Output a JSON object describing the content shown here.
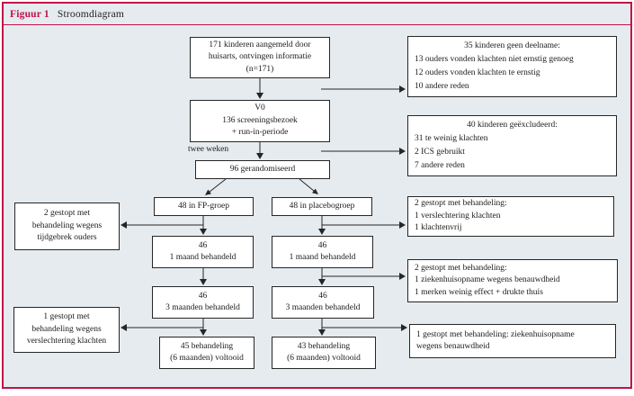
{
  "colors": {
    "accent": "#c11249",
    "bg": "#e5ebee",
    "line": "#262626",
    "text": "#1b1b1b"
  },
  "header": {
    "figure_label": "Figuur 1",
    "figure_caption": "Stroomdiagram"
  },
  "labels": {
    "interval": "twee weken"
  },
  "flow": {
    "enrolled": {
      "lines": [
        "171 kinderen aangemeld door",
        "huisarts, ontvingen informatie",
        "(n=171)"
      ]
    },
    "screening": {
      "lines": [
        "V0",
        "136 screeningsbezoek",
        "+ run-in-periode"
      ]
    },
    "randomized": {
      "label": "96 gerandomiseerd"
    },
    "fp_group": {
      "label": "48 in FP-groep"
    },
    "placebo_group": {
      "label": "48 in placebogroep"
    },
    "fp_month1": {
      "lines": [
        "46",
        "1 maand behandeld"
      ]
    },
    "placebo_month1": {
      "lines": [
        "46",
        "1 maand behandeld"
      ]
    },
    "fp_month3": {
      "lines": [
        "46",
        "3 maanden behandeld"
      ]
    },
    "placebo_month3": {
      "lines": [
        "46",
        "3 maanden behandeld"
      ]
    },
    "fp_completed": {
      "lines": [
        "45 behandeling",
        "(6 maanden) voltooid"
      ]
    },
    "placebo_completed": {
      "lines": [
        "43 behandeling",
        "(6 maanden) voltooid"
      ]
    }
  },
  "side_notes": {
    "no_participation": {
      "heading": "35 kinderen geen deelname:",
      "items": [
        "13 ouders vonden klachten niet ernstig genoeg",
        "12 ouders vonden klachten te ernstig",
        "10 andere reden"
      ]
    },
    "excluded": {
      "heading": "40 kinderen geëxcludeerd:",
      "items": [
        "31 te weinig klachten",
        "2 ICS gebruikt",
        "7 andere reden"
      ]
    },
    "fp_stop_1": {
      "lines": [
        "2 gestopt met",
        "behandeling wegens",
        "tijdgebrek ouders"
      ]
    },
    "placebo_stop_1": {
      "lines": [
        "2 gestopt met behandeling:",
        "1 verslechtering klachten",
        "1 klachtenvrij"
      ]
    },
    "placebo_stop_2": {
      "lines": [
        "2 gestopt met behandeling:",
        "1 ziekenhuisopname wegens benauwdheid",
        "1 merken weinig effect + drukte thuis"
      ]
    },
    "fp_stop_2": {
      "lines": [
        "1 gestopt met",
        "behandeling wegens",
        "verslechtering klachten"
      ]
    },
    "placebo_stop_3": {
      "lines": [
        "1 gestopt met behandeling: ziekenhuisopname",
        "wegens benauwdheid"
      ]
    }
  }
}
